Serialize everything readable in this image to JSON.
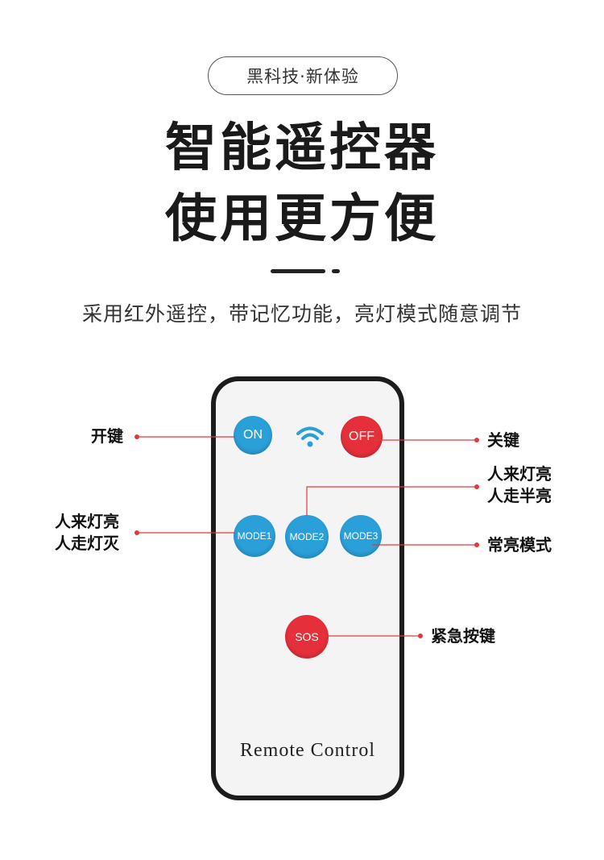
{
  "tag": "黑科技·新体验",
  "headline": {
    "line1": "智能遥控器",
    "line2": "使用更方便"
  },
  "subtitle": "采用红外遥控，带记忆功能，亮灯模式随意调节",
  "remote": {
    "buttons": {
      "on": "ON",
      "off": "OFF",
      "mode1": "MODE1",
      "mode2": "MODE2",
      "mode3": "MODE3",
      "sos": "SOS"
    },
    "signal_icon": "wifi-signal-icon",
    "label": "Remote Control"
  },
  "annotations": {
    "on_key": "开键",
    "off_key": "关键",
    "mode2_line1": "人来灯亮",
    "mode2_line2": "人走半亮",
    "mode1_line1": "人来灯亮",
    "mode1_line2": "人走灯灭",
    "mode3": "常亮模式",
    "sos": "紧急按键"
  },
  "colors": {
    "button_blue": "#2a9fd8",
    "button_red": "#e52f3a",
    "annotation_line": "#e03a3a"
  }
}
